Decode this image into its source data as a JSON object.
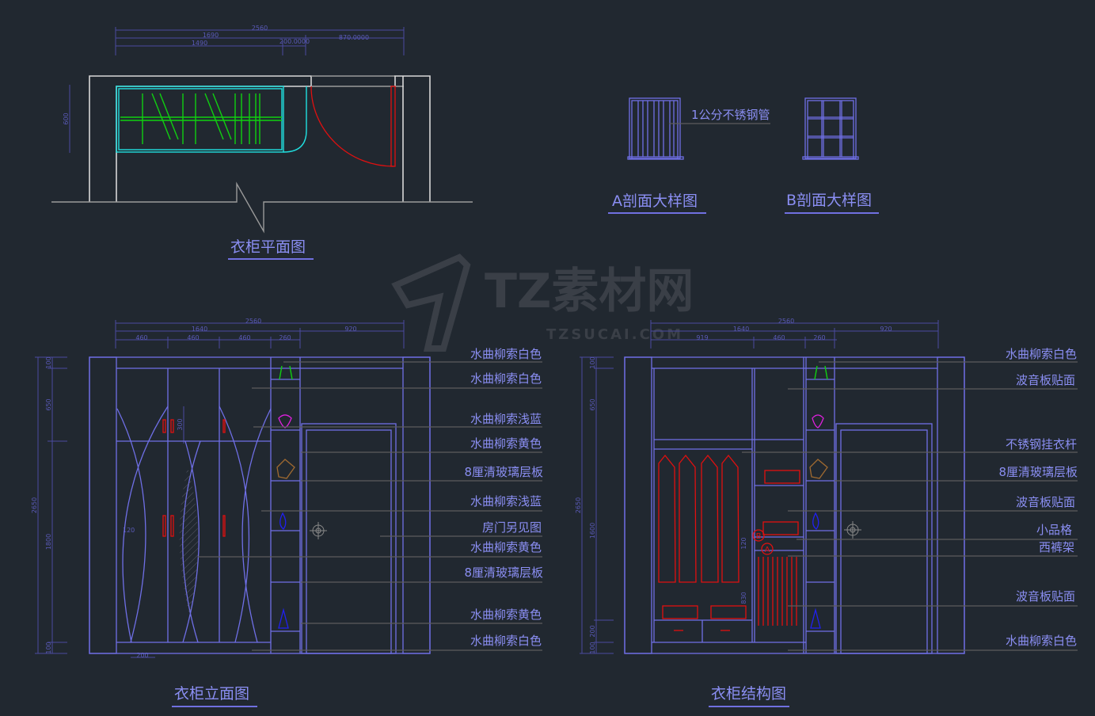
{
  "plan": {
    "title": "衣柜平面图",
    "dims": {
      "total": "2560",
      "wardrobe_plus": "1690",
      "door": "870.0000",
      "wardrobe": "1490",
      "gap": "200.0000",
      "depth": "600"
    }
  },
  "section_a": {
    "title": "A剖面大样图",
    "note": "1公分不锈钢管"
  },
  "section_b": {
    "title": "B剖面大样图"
  },
  "elevation": {
    "title": "衣柜立面图",
    "dims_top": [
      "2560",
      "1640",
      "920",
      "460",
      "460",
      "460",
      "260"
    ],
    "dims_left": [
      "2650",
      "100",
      "650",
      "1800",
      "100"
    ],
    "dims_inner": [
      "300",
      "120",
      "200"
    ],
    "labels": [
      "水曲柳索白色",
      "水曲柳索白色",
      "水曲柳索浅蓝",
      "水曲柳索黄色",
      "8厘清玻璃层板",
      "水曲柳索浅蓝",
      "房门另见图",
      "水曲柳索黄色",
      "8厘清玻璃层板",
      "水曲柳索黄色",
      "水曲柳索白色"
    ]
  },
  "structure": {
    "title": "衣柜结构图",
    "dims_top": [
      "2560",
      "1640",
      "920",
      "919",
      "460",
      "260"
    ],
    "dims_left": [
      "2650",
      "100",
      "650",
      "1600",
      "200",
      "100"
    ],
    "dims_inner": [
      "120",
      "830"
    ],
    "markers": [
      "A",
      "B"
    ],
    "labels": [
      "水曲柳索白色",
      "波音板贴面",
      "不锈钢挂衣杆",
      "8厘清玻璃层板",
      "波音板贴面",
      "小品格",
      "西裤架",
      "波音板贴面",
      "水曲柳索白色"
    ]
  },
  "watermark": {
    "brand": "TZ素材网",
    "site": "TZSUCAI.COM"
  },
  "colors": {
    "background": "#212830",
    "line": "#6f6fe6",
    "text": "#8a8ef2",
    "red": "#e01010",
    "green": "#10d010",
    "cyan": "#20e0e0"
  }
}
